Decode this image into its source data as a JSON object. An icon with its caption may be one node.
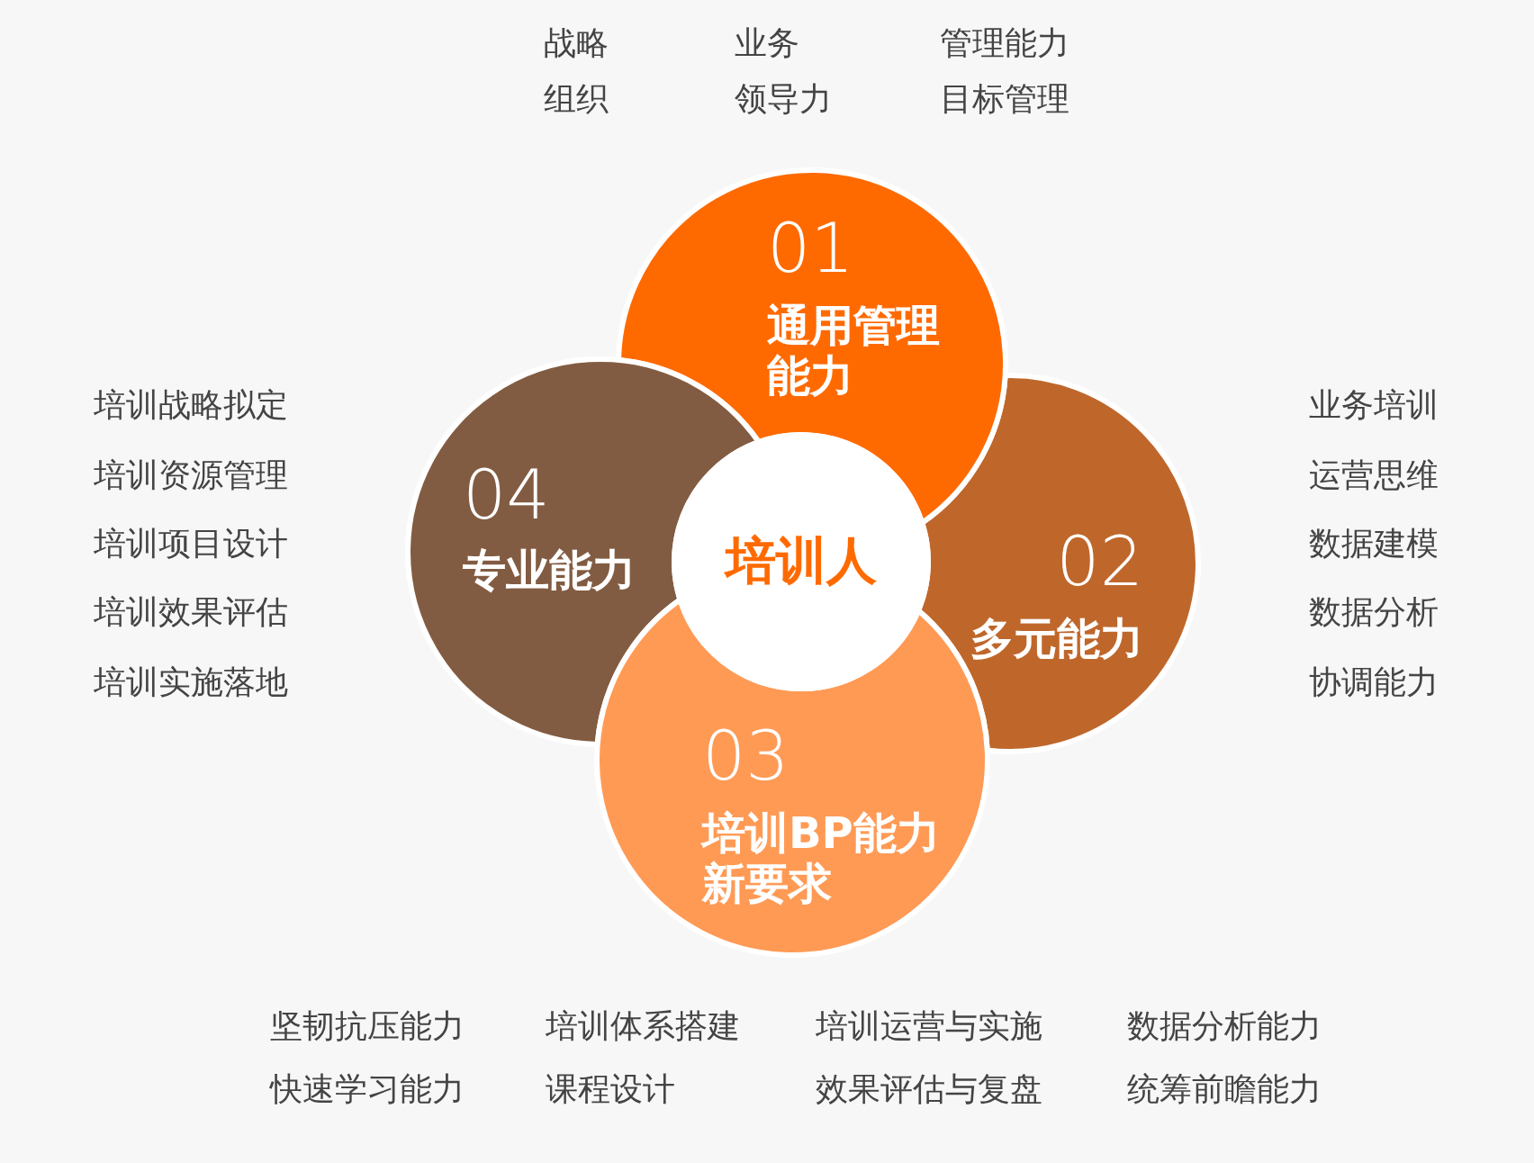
{
  "diagram": {
    "nodes": [
      {
        "text": [
          "01",
          "通用管理能力"
        ],
        "beside": [
          "战略",
          "业务",
          "管理能力",
          "组织",
          "领导力",
          "目标管理"
        ]
      },
      {
        "text": [
          "02",
          "多元能力"
        ],
        "beside": [
          "业务培训",
          "运营思维",
          "数据建模",
          "数据分析",
          "协调能力"
        ]
      },
      {
        "text": [
          "03",
          "培训BP能力新要求"
        ],
        "beside": [
          "坚韧抗压能力",
          "培训体系搭建",
          "培训运营与实施",
          "数据分析能力",
          "快速学习能力",
          "课程设计",
          "效果评估与复盘",
          "统筹前瞻能力"
        ]
      },
      {
        "text": [
          "04",
          "专业能力"
        ],
        "beside": [
          "培训战略拟定",
          "培训资源管理",
          "培训项目设计",
          "培训效果评估",
          "培训实施落地"
        ]
      },
      {
        "text": [
          "培训人"
        ]
      }
    ]
  }
}
